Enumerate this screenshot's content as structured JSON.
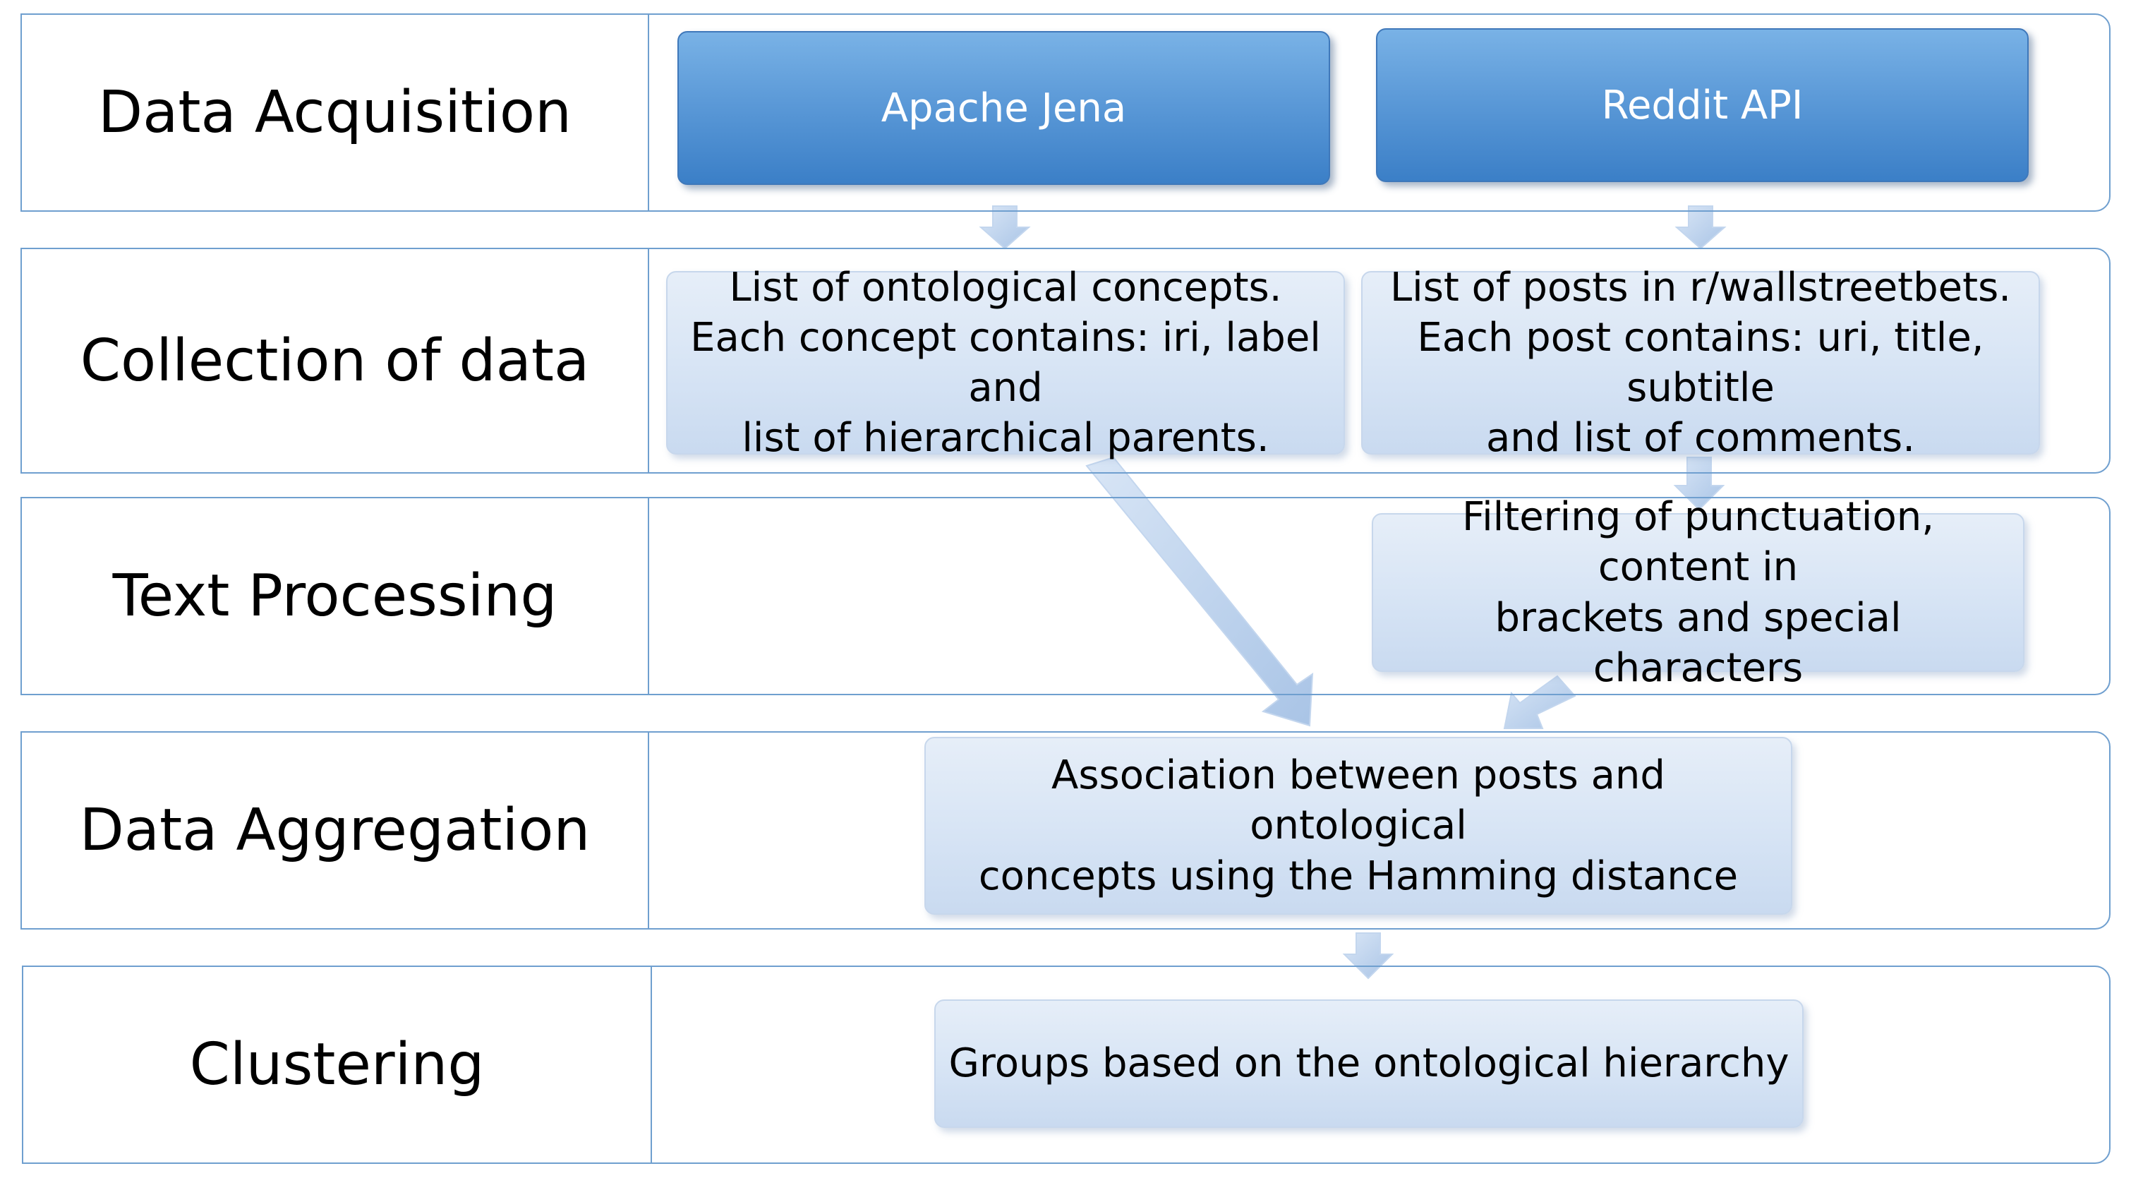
{
  "rows": [
    {
      "label": "Data Acquisition"
    },
    {
      "label": "Collection of data"
    },
    {
      "label": "Text Processing"
    },
    {
      "label": "Data Aggregation"
    },
    {
      "label": "Clustering"
    }
  ],
  "boxes": {
    "apache_jena": "Apache Jena",
    "reddit_api": "Reddit API",
    "concepts_list": {
      "line1": "List of ontological concepts.",
      "line2": "Each concept contains: iri, label and",
      "line3": "list of hierarchical parents."
    },
    "posts_list": {
      "line1": "List of posts in r/wallstreetbets.",
      "line2": "Each post contains: uri, title, subtitle",
      "line3": "and list of comments."
    },
    "filtering": {
      "line1": "Filtering of punctuation, content in",
      "line2": "brackets and special characters"
    },
    "association": {
      "line1": "Association between posts and ontological",
      "line2": "concepts using the Hamming distance"
    },
    "groups": "Groups based on the ontological hierarchy"
  },
  "colors": {
    "frame": "#6f9fcf",
    "dark_box": "#4a8ad0",
    "light_box": "#d8e5f5",
    "arrow": "#c3d6ee"
  }
}
